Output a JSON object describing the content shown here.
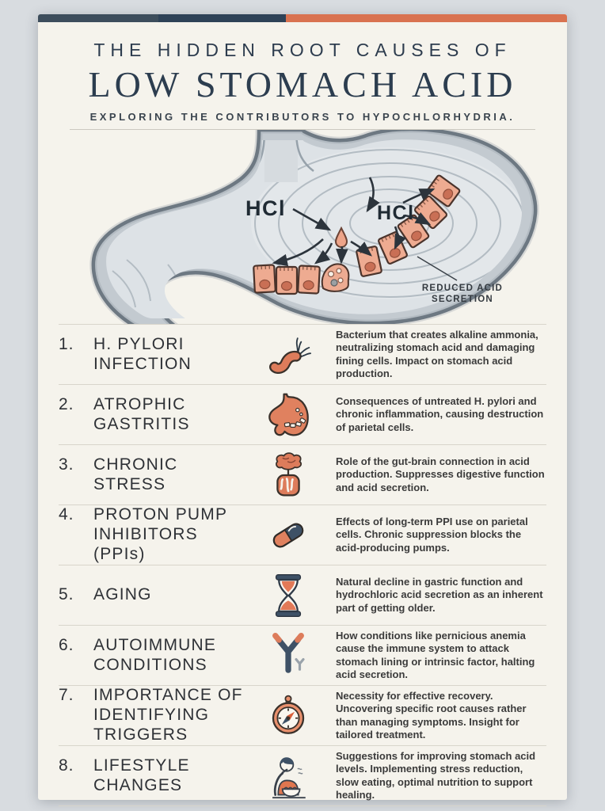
{
  "header": {
    "title_line1": "THE HIDDEN ROOT CAUSES OF",
    "title_line2": "LOW STOMACH ACID",
    "subtitle": "EXPLORING THE CONTRIBUTORS TO HYPOCHLORHYDRIA."
  },
  "diagram": {
    "hcl_label_primary": "HCl",
    "hcl_label_secondary": "HCl",
    "annotation_line1": "REDUCED ACID",
    "annotation_line2": "SECRETION"
  },
  "items": [
    {
      "number": "1.",
      "title": "H. PYLORI INFECTION",
      "icon": "h-pylori-bacterium-icon",
      "description": "Bacterium that creates alkaline ammonia, neutralizing stomach acid and damaging fining cells. Impact on stomach acid production."
    },
    {
      "number": "2.",
      "title": "ATROPHIC GASTRITIS",
      "icon": "inflamed-stomach-icon",
      "description": "Consequences of untreated H. pylori and chronic inflammation, causing destruction of parietal cells."
    },
    {
      "number": "3.",
      "title": "CHRONIC STRESS",
      "icon": "brain-gut-icon",
      "description": "Role of the gut-brain connection in acid production. Suppresses digestive function and acid secretion."
    },
    {
      "number": "4.",
      "title": "PROTON PUMP INHIBITORS (PPIs)",
      "icon": "capsule-pill-icon",
      "description": "Effects of long-term PPI use on parietal cells. Chronic suppression blocks the acid-producing pumps."
    },
    {
      "number": "5.",
      "title": "AGING",
      "icon": "hourglass-icon",
      "description": "Natural decline in gastric function and hydrochloric acid secretion as an inherent part of getting older."
    },
    {
      "number": "6.",
      "title": "AUTOIMMUNE CONDITIONS",
      "icon": "antibody-icon",
      "description": "How conditions like pernicious anemia cause the immune system to attack stomach lining or intrinsic factor, halting acid secretion."
    },
    {
      "number": "7.",
      "title": "IMPORTANCE OF IDENTIFYING TRIGGERS",
      "icon": "compass-icon",
      "description": "Necessity for effective recovery. Uncovering specific root causes rather than managing symptoms. Insight for tailored treatment."
    },
    {
      "number": "8.",
      "title": "LIFESTYLE CHANGES",
      "icon": "person-eating-icon",
      "description": "Suggestions for improving stomach acid levels. Implementing stress reduction, slow eating, optimal nutrition to support healing."
    }
  ],
  "palette": {
    "page_background": "#d8dce0",
    "card_background": "#f5f3ec",
    "topbar_slate": "#3d4d5c",
    "topbar_navy": "#2e4257",
    "topbar_orange": "#d97250",
    "title_navy": "#2c3d4f",
    "icon_salmon": "#dd7c5b",
    "icon_navy": "#3e5166",
    "body_text": "#3b3b3b"
  }
}
